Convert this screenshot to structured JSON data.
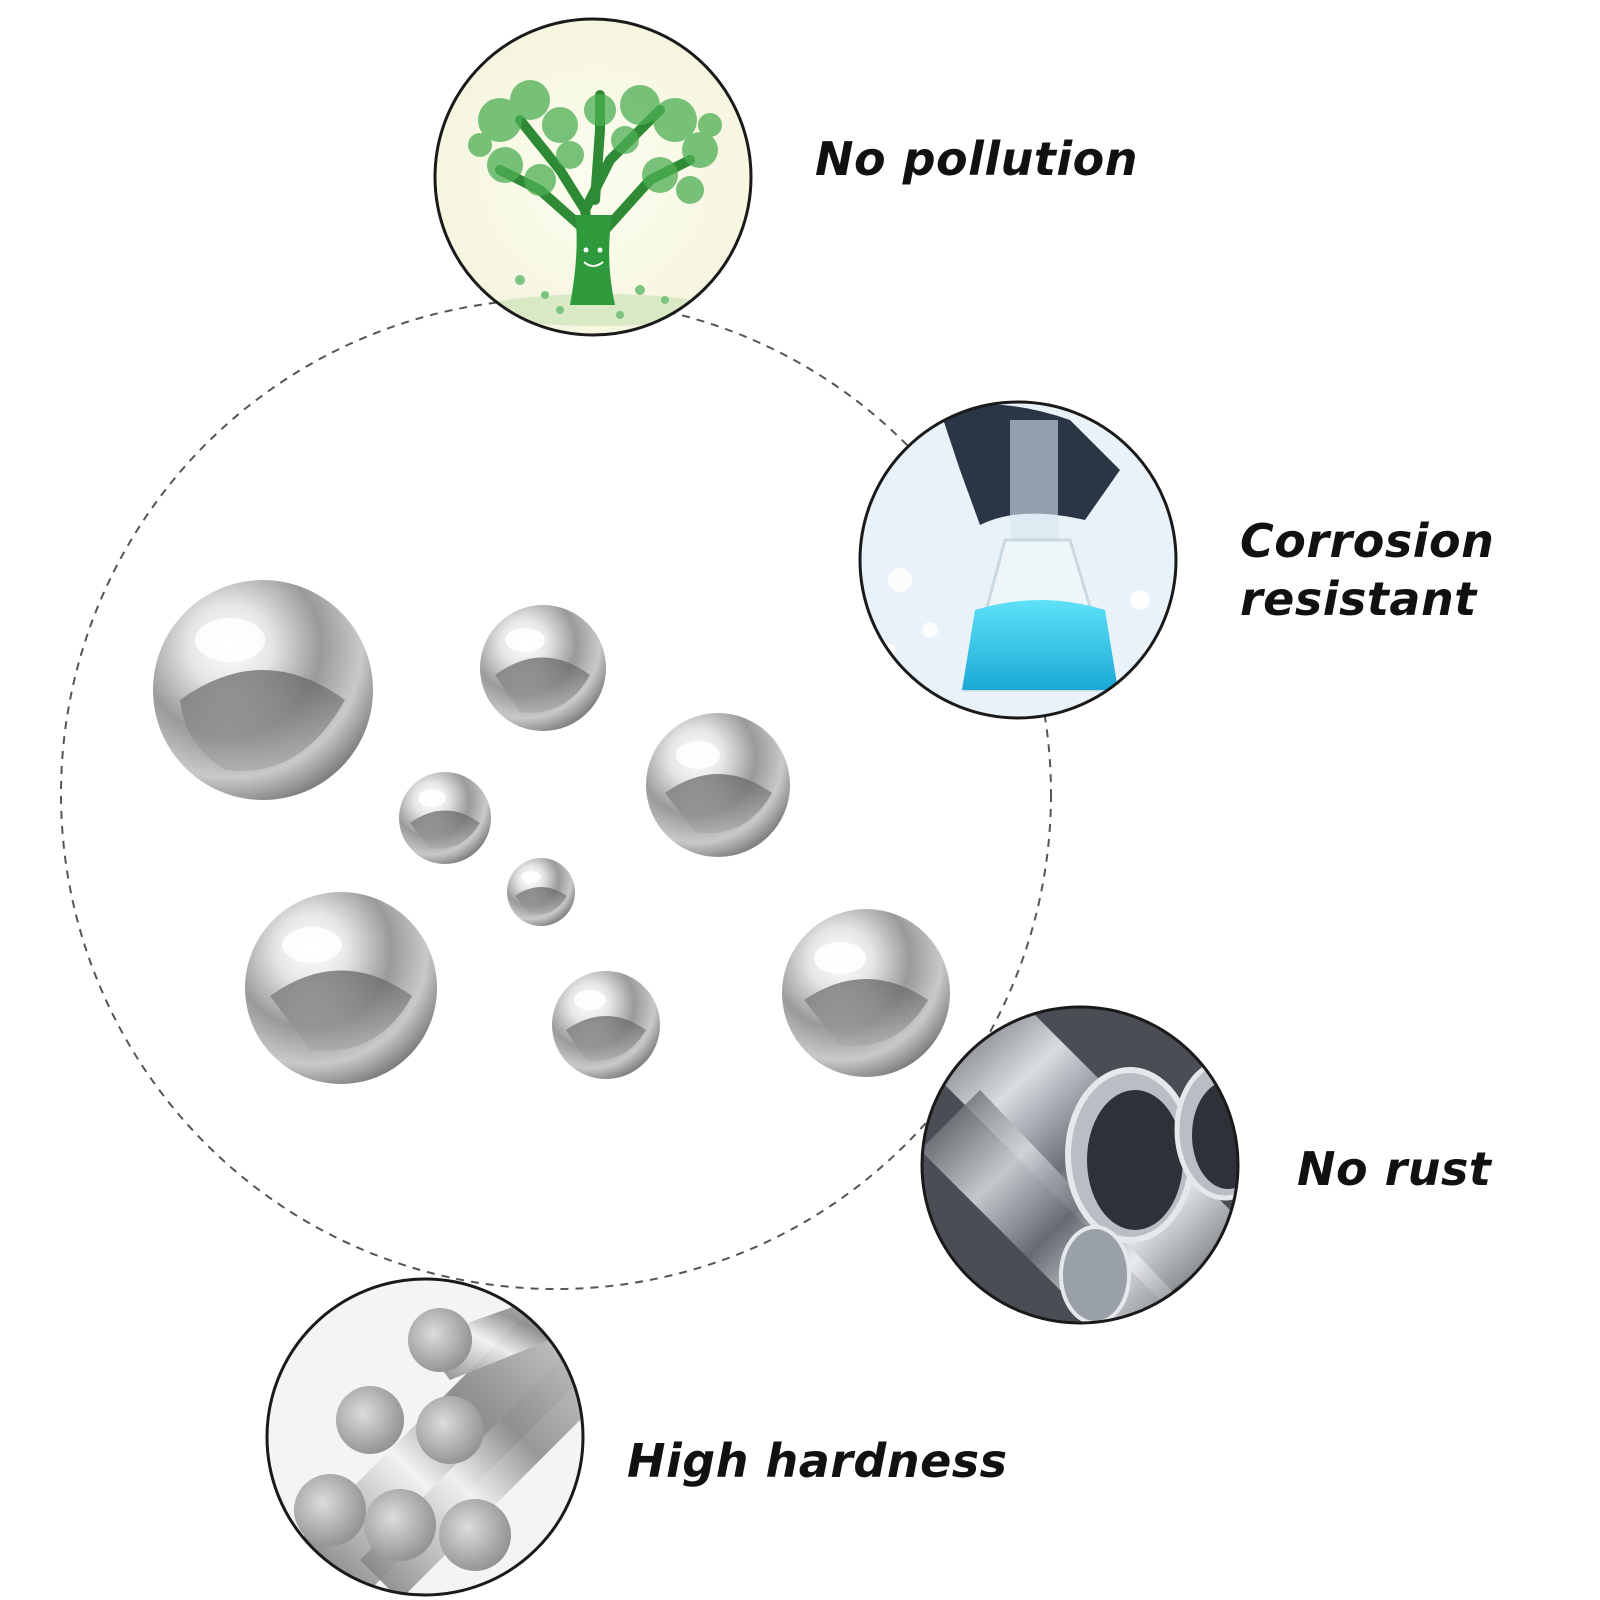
{
  "features": {
    "no_pollution": "No pollution",
    "corrosion_line1": "Corrosion",
    "corrosion_line2": "resistant",
    "no_rust": "No rust",
    "high_hardness": "High hardness"
  },
  "colors": {
    "text": "#111111",
    "circle_border": "#1a1a1a",
    "dashed_ring": "#555555",
    "tree_green": "#2e9a3c",
    "liquid_blue": "#2ec7e8",
    "steel_light": "#eeeeee",
    "steel_dark": "#6a6a6a"
  },
  "icons": {
    "pollution": "tree-icon",
    "corrosion": "flask-icon",
    "rust": "steel-tubes-icon",
    "hardness": "steel-rods-icon",
    "product": "steel-ball"
  }
}
